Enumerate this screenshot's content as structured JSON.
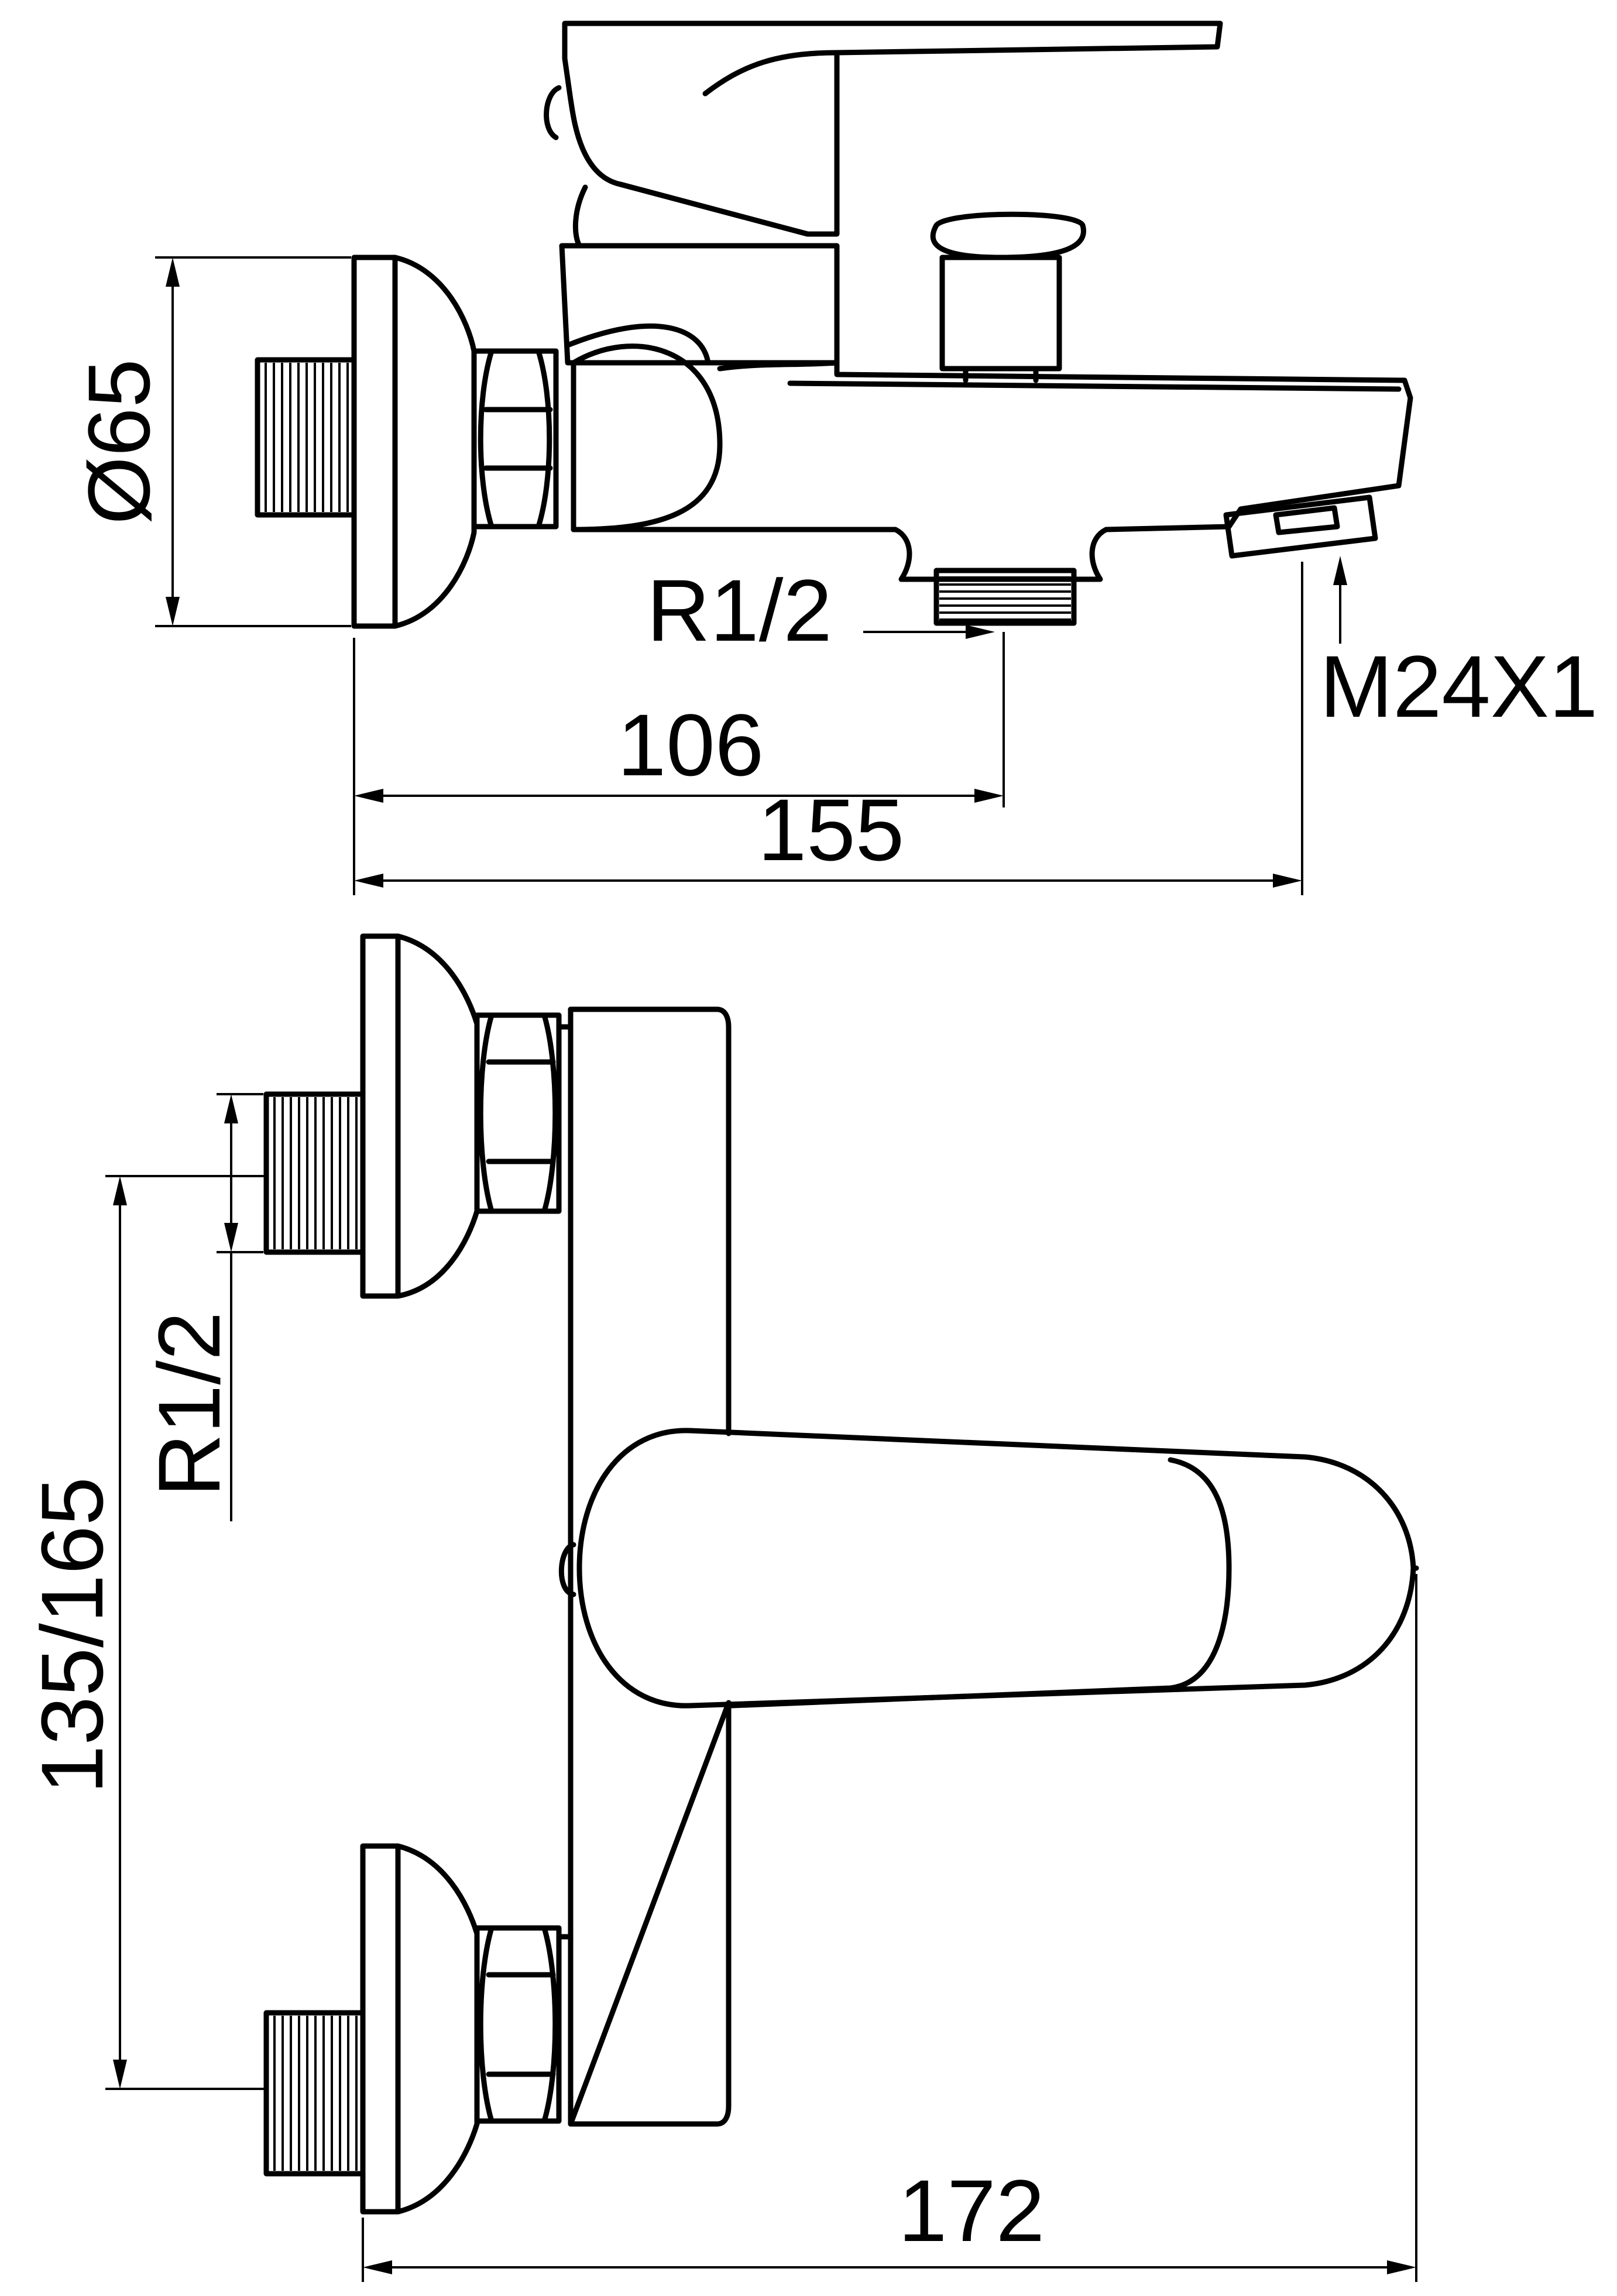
{
  "labels": {
    "dia65": "Ø65",
    "r12_top": "R1/2",
    "m24": "M24X1",
    "d106": "106",
    "d155": "155",
    "r12_side": "R1/2",
    "d135_165": "135/165",
    "d172": "172"
  },
  "colors": {
    "ink": "#000000",
    "paper": "#ffffff"
  }
}
